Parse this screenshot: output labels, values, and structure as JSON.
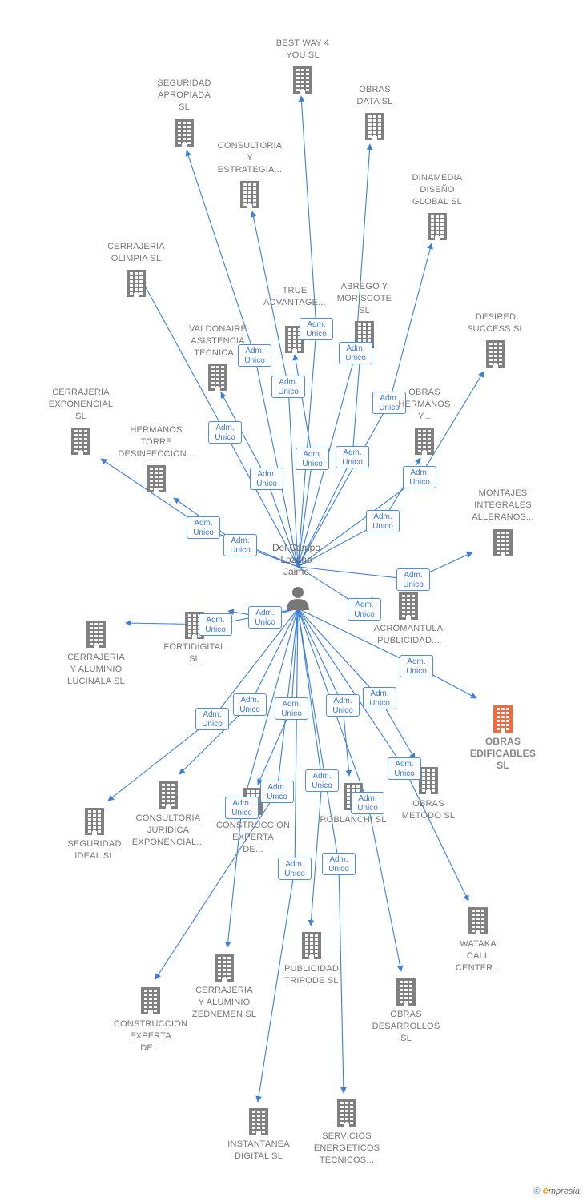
{
  "colors": {
    "edge": "#3b7fd9",
    "building": "#808080",
    "highlight_building": "#f26a3d",
    "badge_border": "#4a90e2",
    "badge_text": "#3b78d8"
  },
  "center": {
    "name": "Del Campo\nLozano\nJaime",
    "icon": "person-icon"
  },
  "edge_label": "Adm.\nUnico",
  "companies": [
    {
      "name": "BEST WAY 4\nYOU  SL",
      "icon": "building-icon"
    },
    {
      "name": "SEGURIDAD\nAPROPIADA\nSL",
      "icon": "building-icon"
    },
    {
      "name": "OBRAS\nDATA  SL",
      "icon": "building-icon"
    },
    {
      "name": "CONSULTORIA\nY\nESTRATEGIA...",
      "icon": "building-icon"
    },
    {
      "name": "DINAMEDIA\nDISEÑO\nGLOBAL  SL",
      "icon": "building-icon"
    },
    {
      "name": "CERRAJERIA\nOLIMPIA  SL",
      "icon": "building-icon"
    },
    {
      "name": "TRUE\nADVANTAGE...",
      "icon": "building-icon"
    },
    {
      "name": "ABREGO Y\nMORISCOTE\nSL",
      "icon": "building-icon"
    },
    {
      "name": "VALDONAIRE\nASISTENCIA\nTECNICA...",
      "icon": "building-icon"
    },
    {
      "name": "DESIRED\nSUCCESS  SL",
      "icon": "building-icon"
    },
    {
      "name": "CERRAJERIA\nEXPONENCIAL\nSL",
      "icon": "building-icon"
    },
    {
      "name": "OBRAS\nHERMANOS\nY...",
      "icon": "building-icon"
    },
    {
      "name": "HERMANOS\nTORRE\nDESINFECCION...",
      "icon": "building-icon"
    },
    {
      "name": "MONTAJES\nINTEGRALES\nALLERANOS...",
      "icon": "building-icon"
    },
    {
      "name": "ACROMANTULA\nPUBLICIDAD...",
      "icon": "building-icon"
    },
    {
      "name": "FORTIDIGITAL\nSL",
      "icon": "building-icon"
    },
    {
      "name": "CERRAJERIA\nY ALUMINIO\nLUCINALA  SL",
      "icon": "building-icon"
    },
    {
      "name": "OBRAS\nEDIFICABLES\nSL",
      "icon": "building-icon",
      "highlight": true
    },
    {
      "name": "OBRAS\nMETODO  SL",
      "icon": "building-icon"
    },
    {
      "name": "CONSULTORIA\nJURIDICA\nEXPONENCIAL...",
      "icon": "building-icon"
    },
    {
      "name": "SEGURIDAD\nIDEAL  SL",
      "icon": "building-icon"
    },
    {
      "name": "CONSTRUCCION\nEXPERTA\nDE...",
      "icon": "building-icon"
    },
    {
      "name": "ROBLANCHI SL",
      "icon": "building-icon"
    },
    {
      "name": "WATAKA\nCALL\nCENTER...",
      "icon": "building-icon"
    },
    {
      "name": "PUBLICIDAD\nTRIPODE  SL",
      "icon": "building-icon"
    },
    {
      "name": "CERRAJERIA\nY ALUMINIO\nZEDNEMEN  SL",
      "icon": "building-icon"
    },
    {
      "name": "OBRAS\nDESARROLLOS\nSL",
      "icon": "building-icon"
    },
    {
      "name": "CONSTRUCCION\nEXPERTA\nDE...",
      "icon": "building-icon"
    },
    {
      "name": "INSTANTANEA\nDIGITAL  SL",
      "icon": "building-icon"
    },
    {
      "name": "SERVICIOS\nENERGETICOS\nTECNICOS...",
      "icon": "building-icon"
    }
  ],
  "footer": {
    "copyright": "©",
    "brand_initial": "e",
    "brand_rest": "mpresia"
  }
}
